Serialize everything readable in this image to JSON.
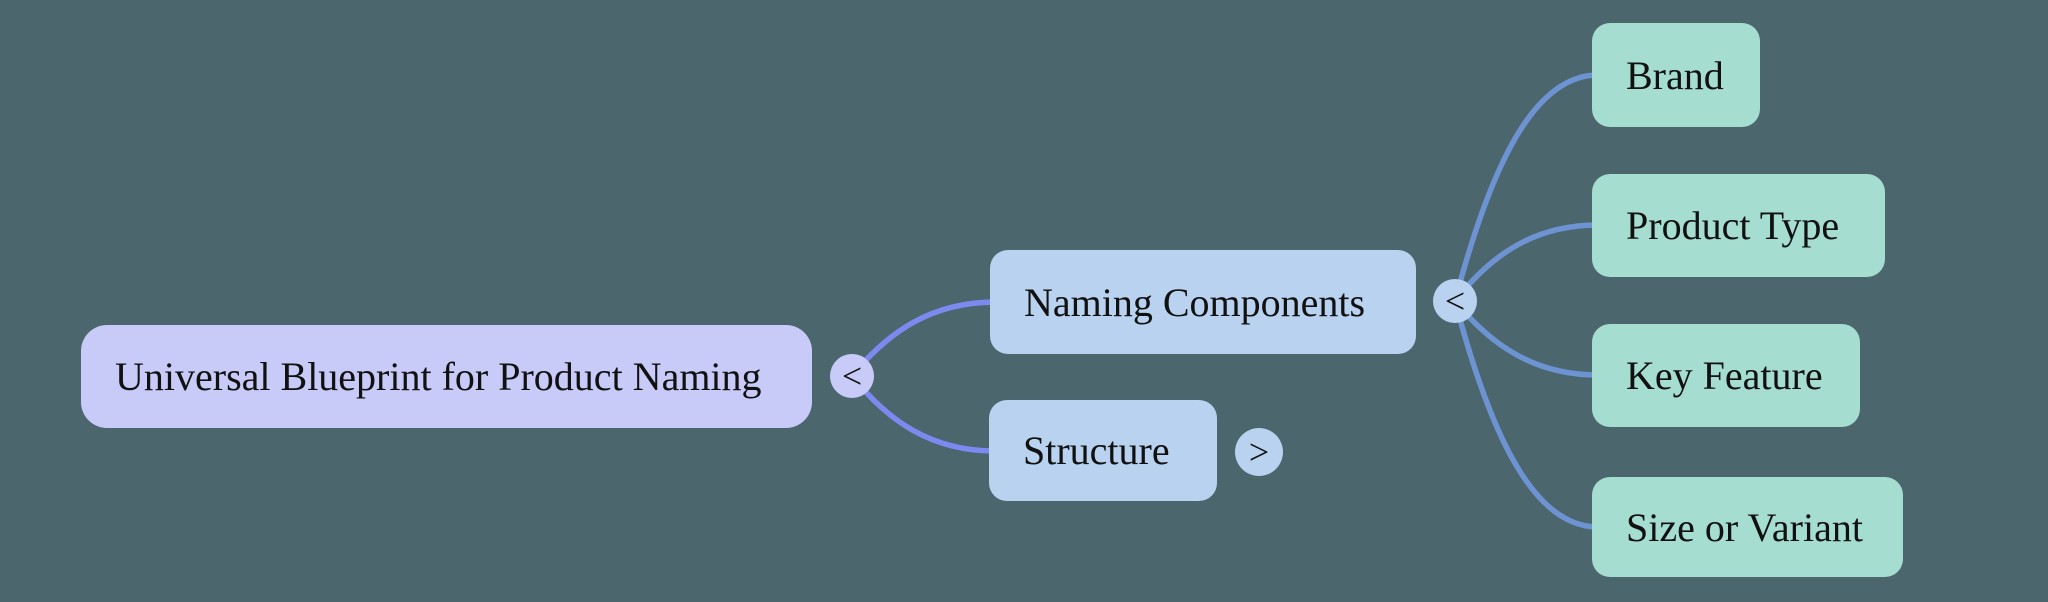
{
  "colors": {
    "canvas_bg": "#4c666e",
    "root_fill": "#c8cbf8",
    "branch_fill": "#b8d2ef",
    "leaf_fill": "#a6ddd1",
    "link_level1": "#7c8af0",
    "link_level2": "#6d93d3",
    "text": "#111111"
  },
  "mindmap": {
    "root": {
      "label": "Universal Blueprint for Product Naming",
      "toggle": "<"
    },
    "branches": [
      {
        "label": "Naming Components",
        "toggle": "<",
        "children": [
          "Brand",
          "Product Type",
          "Key Feature",
          "Size or Variant"
        ]
      },
      {
        "label": "Structure",
        "toggle": ">"
      }
    ]
  }
}
